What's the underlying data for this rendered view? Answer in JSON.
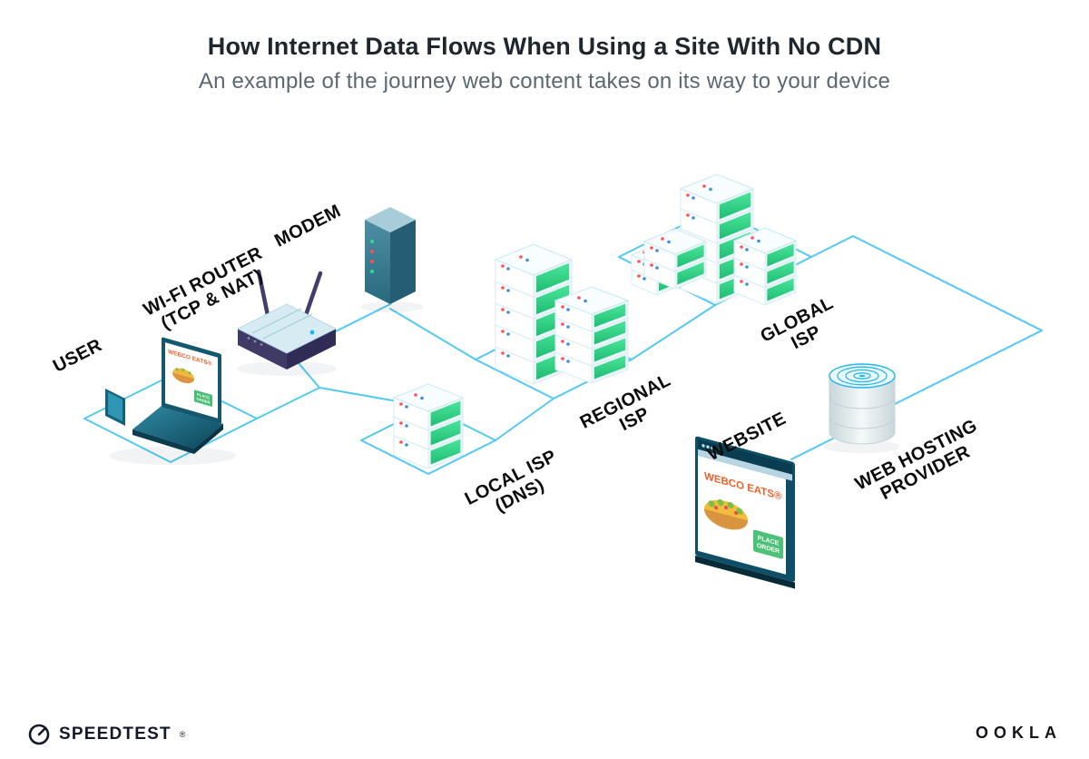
{
  "header": {
    "title": "How Internet Data Flows When Using a Site With No CDN",
    "subtitle": "An example of the journey web content takes on its way to your device"
  },
  "labels": {
    "user": "USER",
    "router_line1": "WI-FI ROUTER",
    "router_line2": "(TCP & NAT)",
    "modem": "MODEM",
    "local_line1": "LOCAL ISP",
    "local_line2": "(DNS)",
    "regional_line1": "REGIONAL",
    "regional_line2": "ISP",
    "global_line1": "GLOBAL",
    "global_line2": "ISP",
    "website": "WEBSITE",
    "hosting_line1": "WEB HOSTING",
    "hosting_line2": "PROVIDER"
  },
  "screens": {
    "laptop_brand": "WEBCO EATS®",
    "website_brand": "WEBCO EATS®",
    "order_line1": "PLACE",
    "order_line2": "ORDER"
  },
  "footer": {
    "speedtest": "SPEEDTEST",
    "speedtest_mark": "®",
    "ookla": "OOKLA"
  },
  "colors": {
    "connection_line": "#53c9f1",
    "server_green": "#2ede87",
    "brand_orange": "#e8622c",
    "teal_dark": "#14536a"
  }
}
